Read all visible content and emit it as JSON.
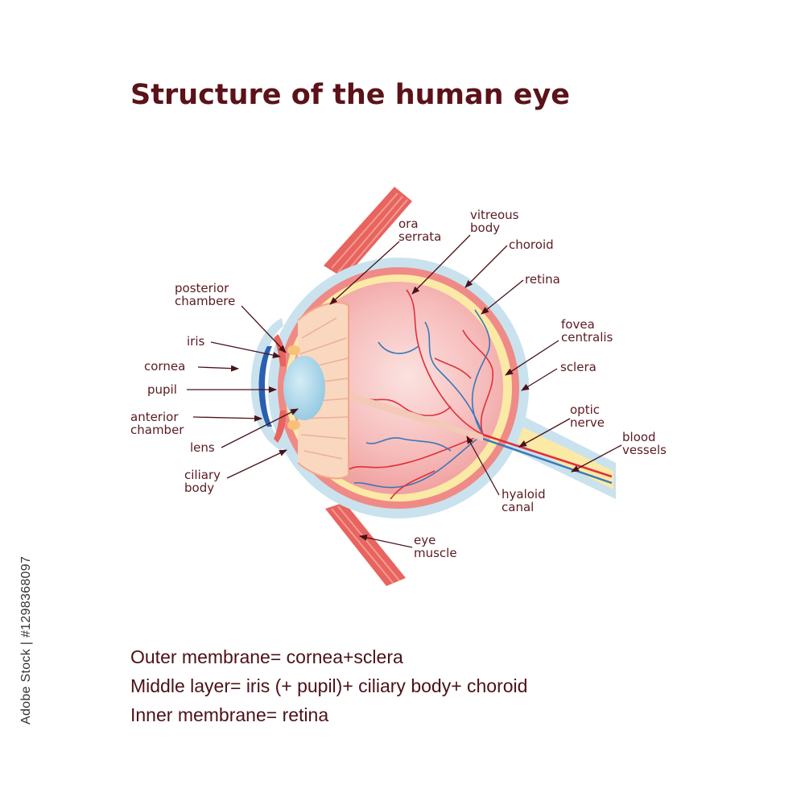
{
  "title": "Structure of the human eye",
  "stock_id": "Adobe Stock | #1298368097",
  "labels": {
    "ora_serrata_1": "ora",
    "ora_serrata_2": "serrata",
    "vitreous_1": "vitreous",
    "vitreous_2": "body",
    "choroid": "choroid",
    "retina": "retina",
    "posterior_1": "posterior",
    "posterior_2": "chambere",
    "fovea_1": "fovea",
    "fovea_2": "centralis",
    "iris": "iris",
    "sclera": "sclera",
    "cornea": "cornea",
    "pupil": "pupil",
    "optic_1": "optic",
    "optic_2": "nerve",
    "anterior_1": "anterior",
    "anterior_2": "chamber",
    "blood_1": "blood",
    "blood_2": "vessels",
    "lens": "lens",
    "ciliary_1": "ciliary",
    "ciliary_2": "body",
    "hyaloid_1": "hyaloid",
    "hyaloid_2": "canal",
    "eye_muscle_1": "eye",
    "eye_muscle_2": "muscle"
  },
  "legend": {
    "outer": "Outer membrane= cornea+sclera",
    "middle": "Middle layer= iris (+ pupil)+ ciliary body+ choroid",
    "inner": "Inner membrane= retina"
  },
  "colors": {
    "title": "#5b1218",
    "sclera": "#c9e2ee",
    "choroid": "#f08a86",
    "retina": "#fbe9a6",
    "vitreous": "#f7c6c4",
    "lens": "#a9d6ea",
    "muscle": "#e8645e",
    "artery": "#e0303a",
    "vein": "#3a78b8"
  }
}
